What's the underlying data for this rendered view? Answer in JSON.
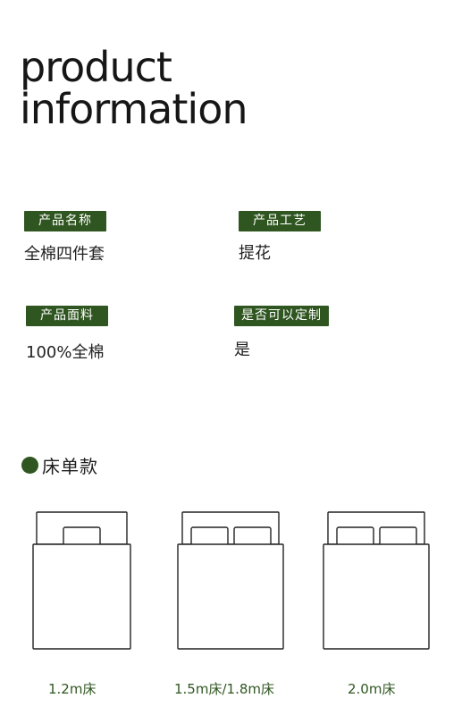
{
  "header": {
    "title_line1": "product",
    "title_line2": "information"
  },
  "specs": [
    {
      "label": "产品名称",
      "value": "全棉四件套"
    },
    {
      "label": "产品工艺",
      "value": "提花"
    },
    {
      "label": "产品面料",
      "value": "100%全棉"
    },
    {
      "label": "是否可以定制",
      "value": "是"
    }
  ],
  "bed_section": {
    "title": "床单款",
    "beds": [
      {
        "label": "1.2m床",
        "pillows": 1
      },
      {
        "label": "1.5m床/1.8m床",
        "pillows": 2
      },
      {
        "label": "2.0m床",
        "pillows": 2
      }
    ]
  },
  "colors": {
    "accent": "#2f5620",
    "text": "#1f1f1f"
  }
}
